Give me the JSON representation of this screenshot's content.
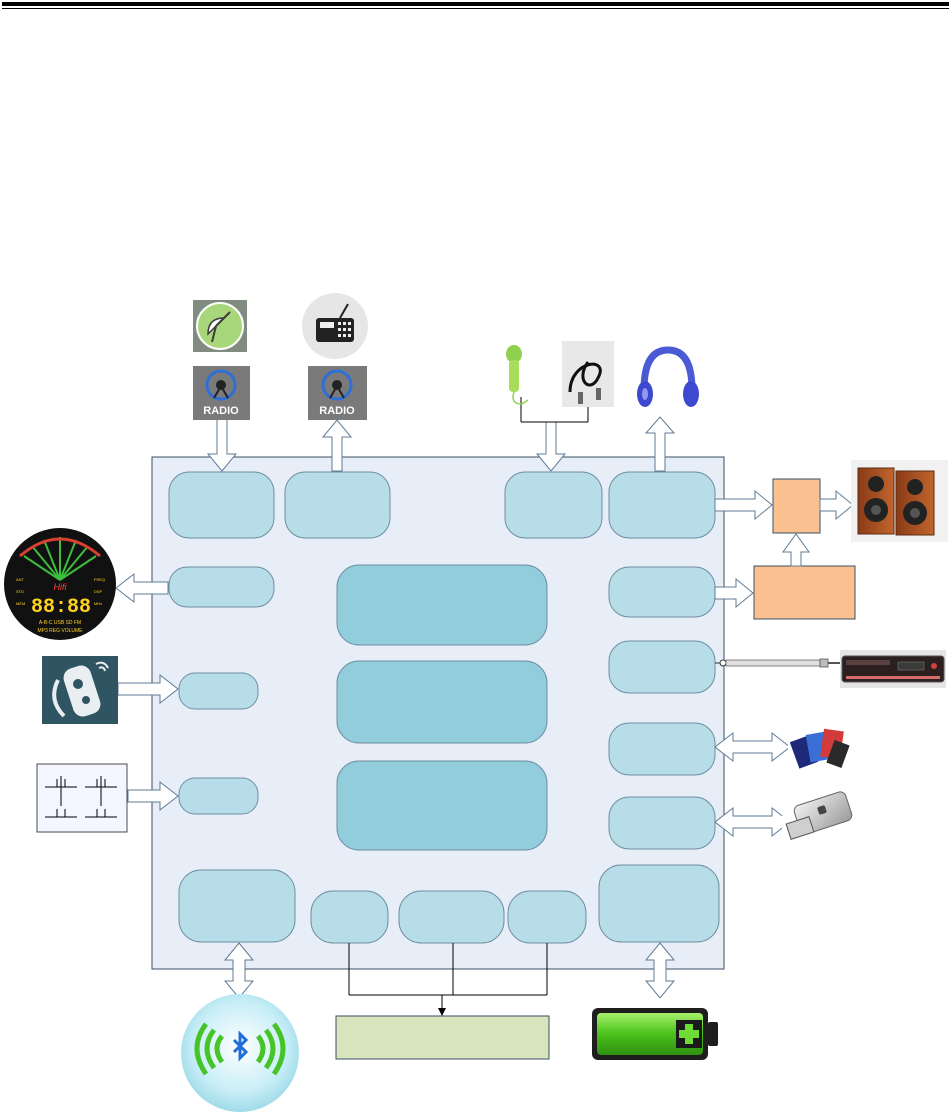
{
  "labels": {
    "radio_icon_text": "RADIO",
    "display_brand": "Hifi",
    "display_digits": "88:88",
    "display_mode_row": "A-B-C  USB SD  FM",
    "display_bottom_row": "MP3 REG  VOLUME",
    "display_side_left": [
      "ANT",
      "STD",
      "MEM"
    ],
    "display_side_right": [
      "FREQ",
      "DSP",
      "MHz"
    ]
  },
  "colors": {
    "chip_body": "#e7eef8",
    "module_fill": "#b7dde8",
    "core_fill": "#92cddc",
    "amp_fill": "#fac090",
    "bus_fill": "#d7e4bc",
    "arrow_stroke": "#5f7b95"
  },
  "icons": [
    "satellite-antenna-icon",
    "radio-receiver-icon",
    "microphone-icon",
    "audio-cable-icon",
    "headphones-icon",
    "speakers-icon",
    "led-display-icon",
    "remote-control-icon",
    "key-matrix-icon",
    "dvd-player-icon",
    "memory-cards-icon",
    "usb-drive-icon",
    "bluetooth-icon",
    "battery-charging-icon"
  ]
}
